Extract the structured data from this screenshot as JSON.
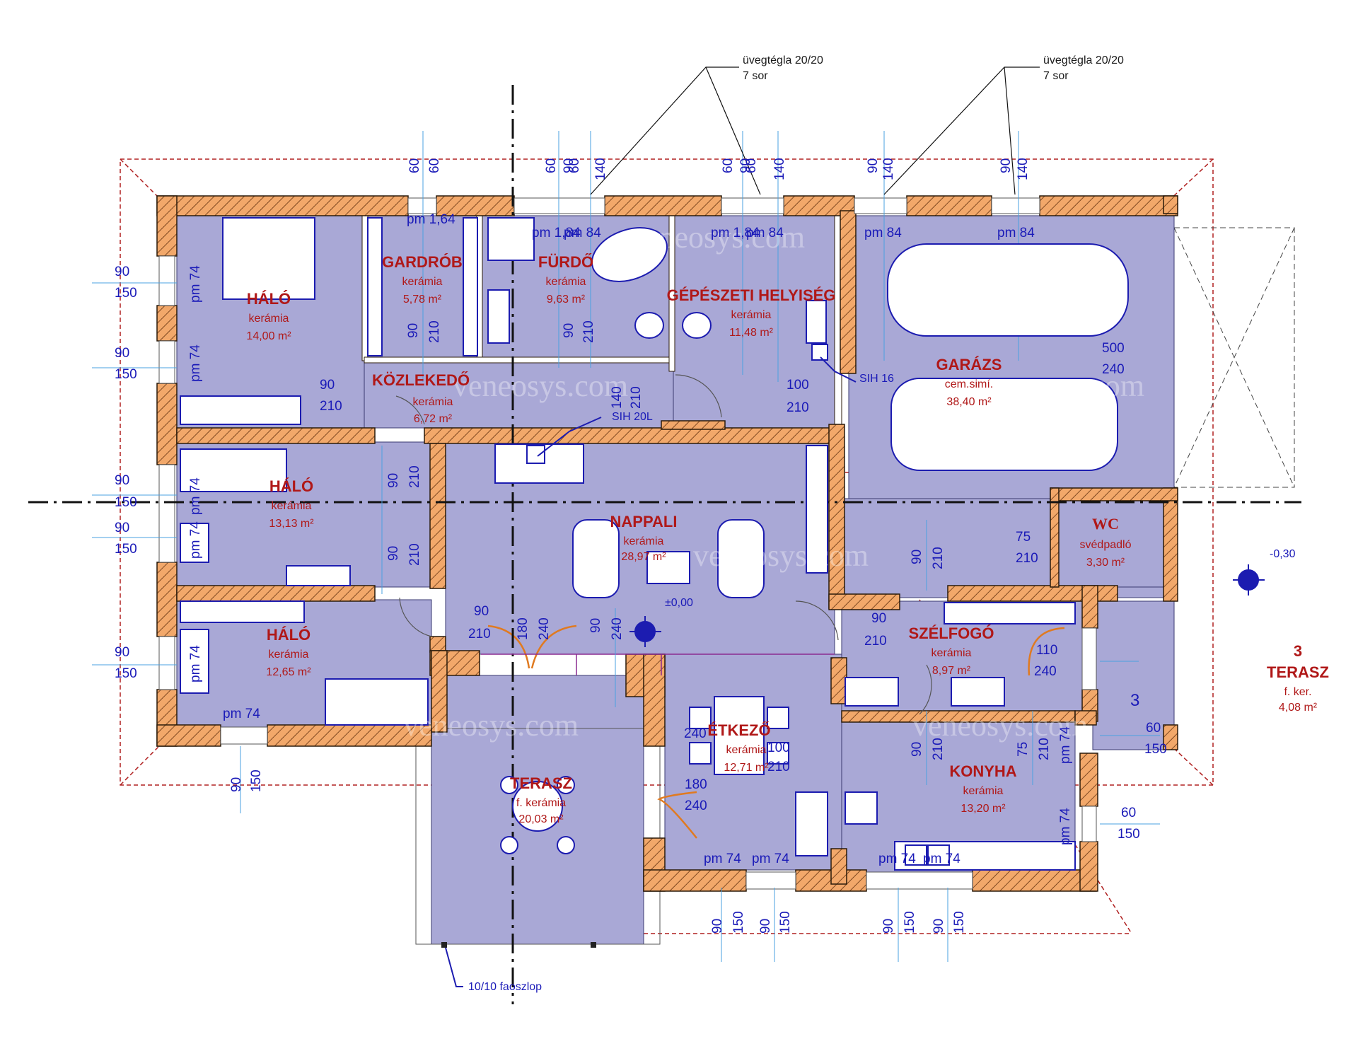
{
  "watermark": "veneosys.com",
  "notes": {
    "glass_block_1_line1": "üvegtégla 20/20",
    "glass_block_1_line2": "7 sor",
    "glass_block_2_line1": "üvegtégla 20/20",
    "glass_block_2_line2": "7 sor",
    "post": "10/10 faoszlop",
    "sih16": "SIH 16",
    "sih20": "SIH 20L",
    "level_inside": "±0,00",
    "level_outside": "-0,30",
    "terrace_marker": "3"
  },
  "rooms": {
    "halo1": {
      "name": "HÁLÓ",
      "material": "kerámia",
      "area": "14,00 m²"
    },
    "gardrob": {
      "name": "GARDRÓB",
      "material": "kerámia",
      "area": "5,78 m²"
    },
    "furdo": {
      "name": "FÜRDŐ",
      "material": "kerámia",
      "area": "9,63 m²"
    },
    "gepeszeti": {
      "name": "GÉPÉSZETI HELYISÉG",
      "material": "kerámia",
      "area": "11,48 m²"
    },
    "garazs": {
      "name": "GARÁZS",
      "material": "cem.simí.",
      "area": "38,40 m²"
    },
    "kozlekedo": {
      "name": "KÖZLEKEDŐ",
      "material": "kerámia",
      "area": "6,72 m²"
    },
    "halo2": {
      "name": "HÁLÓ",
      "material": "kerámia",
      "area": "13,13 m²"
    },
    "nappali": {
      "name": "NAPPALI",
      "material": "kerámia",
      "area": "28,97 m²"
    },
    "wc": {
      "name": "WC",
      "material": "svédpadló",
      "area": "3,30 m²"
    },
    "halo3": {
      "name": "HÁLÓ",
      "material": "kerámia",
      "area": "12,65 m²"
    },
    "szelfogo": {
      "name": "SZÉLFOGÓ",
      "material": "kerámia",
      "area": "8,97 m²"
    },
    "etkezo": {
      "name": "ÉTKEZŐ",
      "material": "kerámia",
      "area": "12,71 m²"
    },
    "konyha": {
      "name": "KONYHA",
      "material": "kerámia",
      "area": "13,20 m²"
    },
    "terasz1": {
      "name": "TERASZ",
      "material": "f. kerámia",
      "area": "20,03 m²"
    },
    "terasz3": {
      "num": "3",
      "name": "TERASZ",
      "material": "f. ker.",
      "area": "4,08 m²"
    }
  },
  "dims": {
    "d60": "60",
    "d90": "90",
    "d140": "140",
    "d150": "150",
    "d210": "210",
    "d240": "240",
    "d180": "180",
    "d75": "75",
    "d100": "100",
    "d110": "110",
    "d500": "500",
    "pm74": "pm 74",
    "pm84": "pm 84",
    "pm164": "pm 1,64",
    "pm184": "pm 1,84"
  },
  "colors": {
    "wall": "#f2a86a",
    "room": "#a9a8d6",
    "furniture": "#1c1cb0",
    "dimension": "#1a1ab8",
    "label": "#b01818",
    "outline": "#b02020"
  }
}
